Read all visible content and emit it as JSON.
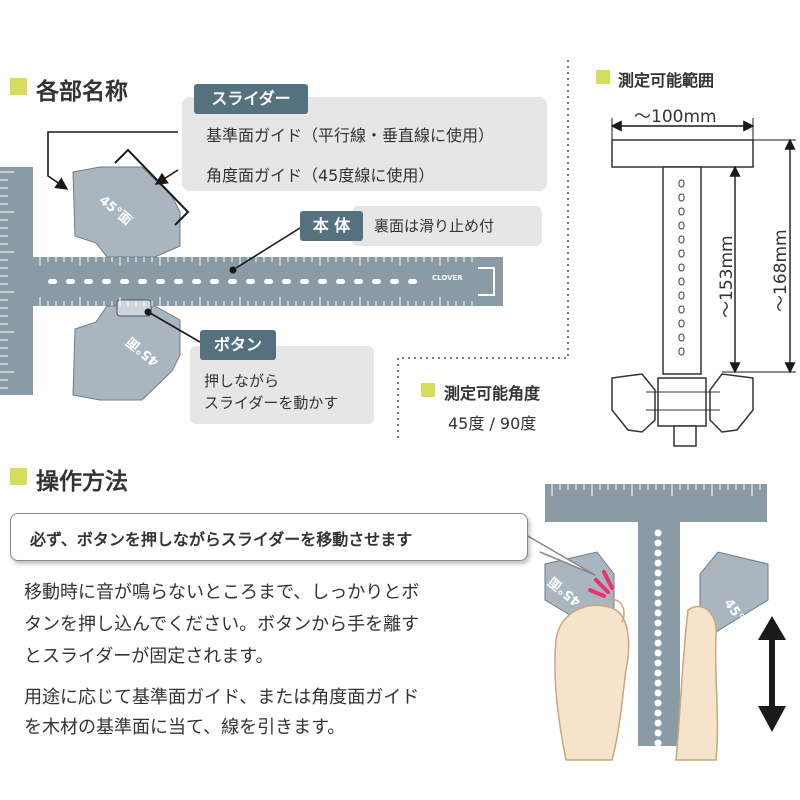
{
  "colors": {
    "accent_square": "#d6dc5c",
    "tag_bg": "#55707f",
    "panel_bg": "#e6e6e6",
    "ruler": "#8a9ba6",
    "ruler_dark": "#5d6e79",
    "slider": "#a9b6bf",
    "arrow": "#1a1a1a",
    "hand_skin": "#f5e3cc"
  },
  "parts": {
    "heading": "各部名称",
    "slider_tag": "スライダー",
    "slider_line1": "基準面ガイド（平行線・垂直線に使用）",
    "slider_line2": "角度面ガイド（45度線に使用）",
    "body_tag": "本 体",
    "body_note": "裏面は滑り止め付",
    "button_tag": "ボタン",
    "button_line1": "押しながら",
    "button_line2": "スライダーを動かす",
    "angle_label_top": "45°面",
    "angle_label_bottom": "45°面",
    "brand": "CLOVER"
  },
  "range": {
    "heading": "測定可能範囲",
    "width": "～100mm",
    "length_inner": "～153mm",
    "length_outer": "～168mm"
  },
  "angle": {
    "heading": "測定可能角度",
    "value": "45度 / 90度"
  },
  "operation": {
    "heading": "操作方法",
    "callout": "必ず、ボタンを押しながらスライダーを移動させます",
    "para1_line1": "移動時に音が鳴らないところまで、しっかりとボ",
    "para1_line2": "タンを押し込んでください。ボタンから手を離す",
    "para1_line3": "とスライダーが固定されます。",
    "para2_line1": "用途に応じて基準面ガイド、または角度面ガイド",
    "para2_line2": "を木材の基準面に当て、線を引きます。",
    "photo_label_left": "45°面",
    "photo_label_right": "45°面"
  },
  "icons": [
    "accent-square",
    "double-arrow-icon",
    "press-burst-icon"
  ]
}
